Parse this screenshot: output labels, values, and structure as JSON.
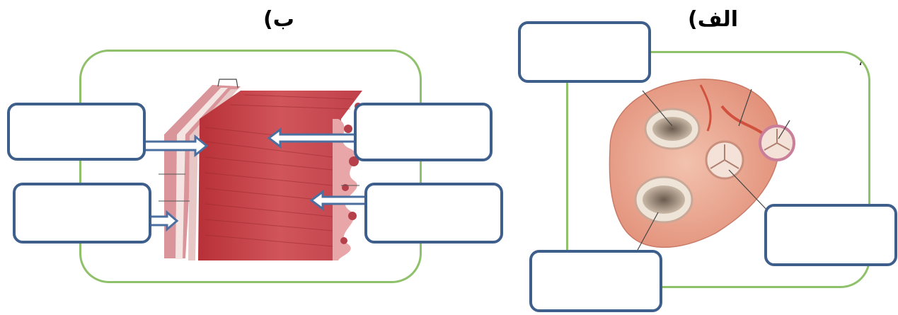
{
  "panels": {
    "a": {
      "label": "الف)"
    },
    "b": {
      "label": "ب)"
    }
  },
  "colors": {
    "frame": "#8fc06a",
    "box_border": "#3e5f8c",
    "muscle": "#c8454a",
    "valve_tissue": "#e8a48c",
    "arrow": "#4a6fa0"
  },
  "icons": {
    "arrow": "block-arrow-icon",
    "heart_valves": "heart-valves-illustration",
    "heart_wall": "heart-wall-layers-illustration"
  }
}
